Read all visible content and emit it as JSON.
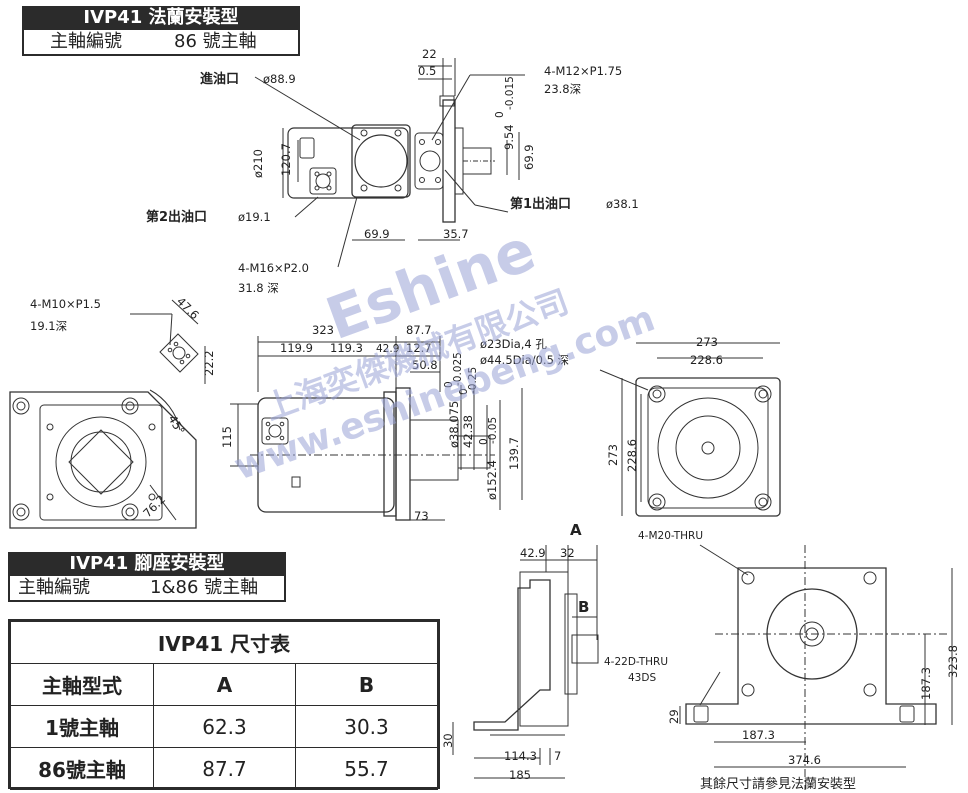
{
  "flange": {
    "title": "IVP41 法蘭安裝型",
    "shaft_label": "主軸編號",
    "shaft_value": "86 號主軸"
  },
  "foot": {
    "title": "IVP41 腳座安裝型",
    "shaft_label": "主軸編號",
    "shaft_value": "1&86 號主軸"
  },
  "table": {
    "title": "IVP41 尺寸表",
    "headers": [
      "主軸型式",
      "A",
      "B"
    ],
    "rows": [
      [
        "1號主軸",
        "62.3",
        "30.3"
      ],
      [
        "86號主軸",
        "87.7",
        "55.7"
      ]
    ]
  },
  "ports": {
    "inlet_label": "進油口",
    "inlet_size": "ø88.9",
    "outlet1_label": "第1出油口",
    "outlet1_size": "ø38.1",
    "outlet2_label": "第2出油口",
    "outlet2_size": "ø19.1"
  },
  "notes": {
    "m12": "4-M12×P1.75",
    "m12_depth": "23.8深",
    "m16": "4-M16×P2.0",
    "m16_depth": "31.8 深",
    "m10": "4-M10×P1.5",
    "m10_depth": "19.1深",
    "holes": "ø23Dia,4 孔",
    "spot": "ø44.5Dia/0.5 深",
    "m20": "4-M20-THRU",
    "thru22": "4-22D-THRU",
    "ds43": "43DS",
    "footer": "其餘尺寸請參見法蘭安裝型"
  },
  "dims": {
    "d22": "22",
    "d05": "0.5",
    "d9_54": "9.54",
    "d69_9": "69.9",
    "d35_7": "35.7",
    "d210": "ø210",
    "d120_7": "120.7",
    "d47_6": "47.6",
    "d22_2": "22.2",
    "d45": "45°",
    "d76_2": "76.2",
    "d323": "323",
    "d87_7": "87.7",
    "d119_9": "119.9",
    "d119_3": "119.3",
    "d42_9": "42.9",
    "d12_7": "12.7",
    "d50_8": "50.8",
    "d115": "115",
    "d38_075": "ø38.075",
    "d42_38": "42.38",
    "d152_4": "ø152.4",
    "d139_7": "139.7",
    "d73": "73",
    "d273": "273",
    "d228_6": "228.6",
    "tol1a": "0",
    "tol1b": "-0.015",
    "tol2a": "0",
    "tol2b": "-0.025",
    "tol3a": "0",
    "tol3b": "-0.25",
    "tol4a": "0",
    "tol4b": "-0.05",
    "dA": "A",
    "dB": "B",
    "d32": "32",
    "d30": "30",
    "d114_3": "114.3",
    "d7": "7",
    "d185": "185",
    "d187_3": "187.3",
    "d374_6": "374.6",
    "d323_8": "323.8",
    "d29": "29"
  },
  "watermark": {
    "brand": "Eshine",
    "company": "上海奕傑機械有限公司",
    "site": "www.eshinebeng.com"
  }
}
